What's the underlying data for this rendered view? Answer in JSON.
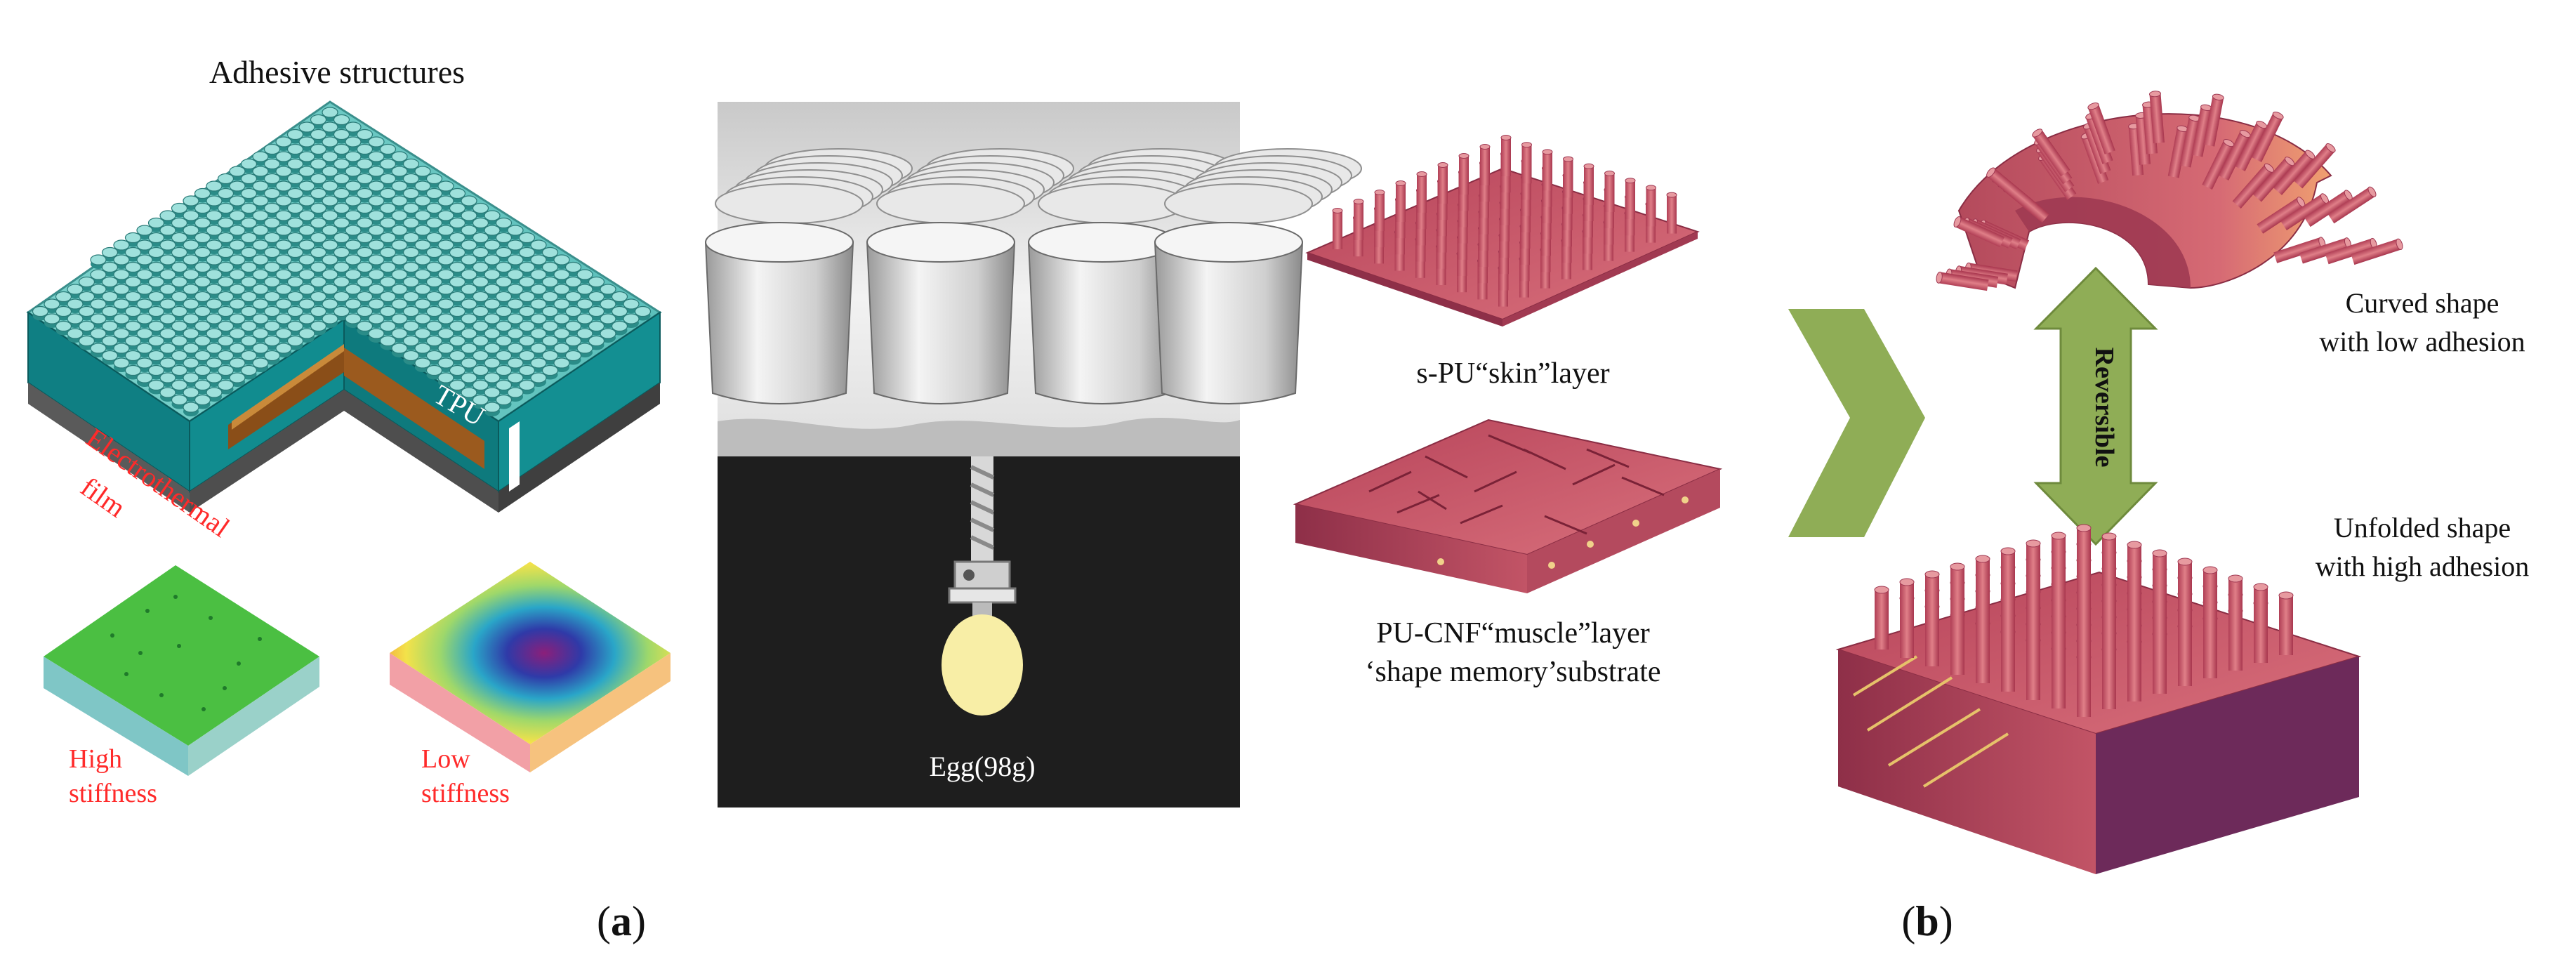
{
  "panel_a": {
    "title": "Adhesive structures",
    "tpu_label": "TPU",
    "film_label_line1": "Electrothermal",
    "film_label_line2": "film",
    "high_line1": "High",
    "high_line2": "stiffness",
    "low_line1": "Low",
    "low_line2": "stiffness",
    "egg_label": "Egg(98g)",
    "caption_open": "(",
    "caption_letter": "a",
    "caption_close": ")"
  },
  "panel_b": {
    "skin_label": "s-PU“skin”layer",
    "muscle_line1": "PU-CNF“muscle”layer",
    "muscle_line2": "‘shape memory’substrate",
    "reversible": "Reversible",
    "curved_line1": "Curved shape",
    "curved_line2": "with low adhesion",
    "unfolded_line1": "Unfolded shape",
    "unfolded_line2": "with high adhesion",
    "caption_open": "(",
    "caption_letter": "b",
    "caption_close": ")"
  },
  "colors": {
    "teal": "#1a9e9e",
    "teal_top": "#7ed3cf",
    "copper": "#8a4e18",
    "pink": "#c04a5e",
    "pink_light": "#d86a78",
    "green_arrow": "#8fad56",
    "red_text": "#ff2a2a"
  }
}
